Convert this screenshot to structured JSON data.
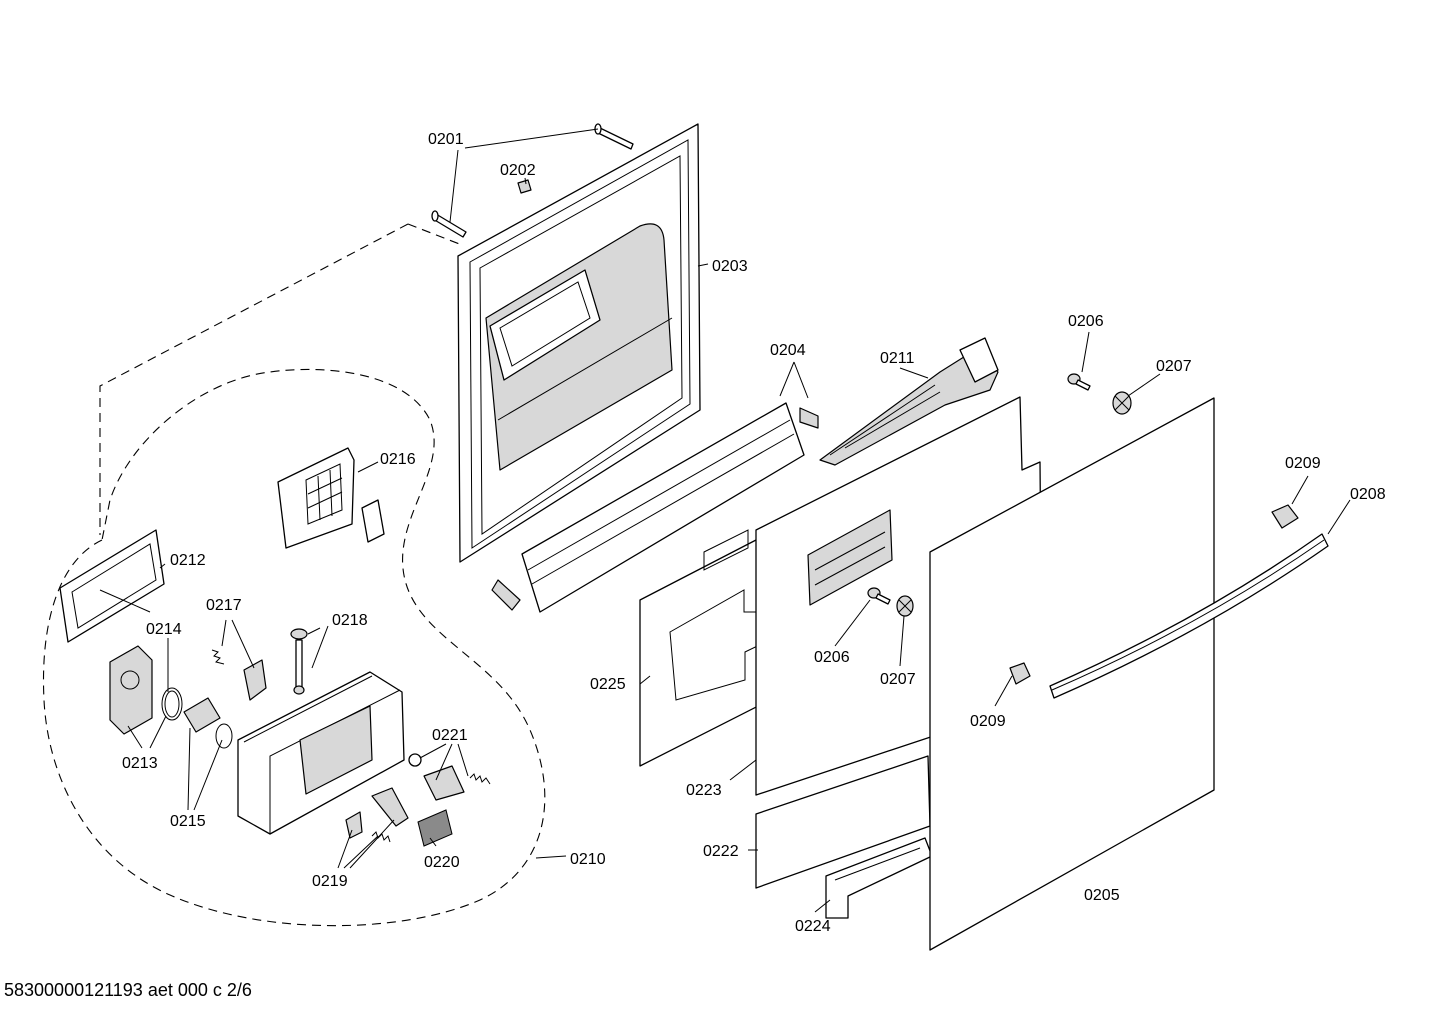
{
  "labels": {
    "p0201": "0201",
    "p0202": "0202",
    "p0203": "0203",
    "p0204": "0204",
    "p0205": "0205",
    "p0206a": "0206",
    "p0206b": "0206",
    "p0207a": "0207",
    "p0207b": "0207",
    "p0208": "0208",
    "p0209a": "0209",
    "p0209b": "0209",
    "p0210": "0210",
    "p0211": "0211",
    "p0212": "0212",
    "p0213": "0213",
    "p0214": "0214",
    "p0215": "0215",
    "p0216": "0216",
    "p0217": "0217",
    "p0218": "0218",
    "p0219": "0219",
    "p0220": "0220",
    "p0221": "0221",
    "p0222": "0222",
    "p0223": "0223",
    "p0224": "0224",
    "p0225": "0225"
  },
  "footer": "58300000121193 aet 000 c 2/6"
}
